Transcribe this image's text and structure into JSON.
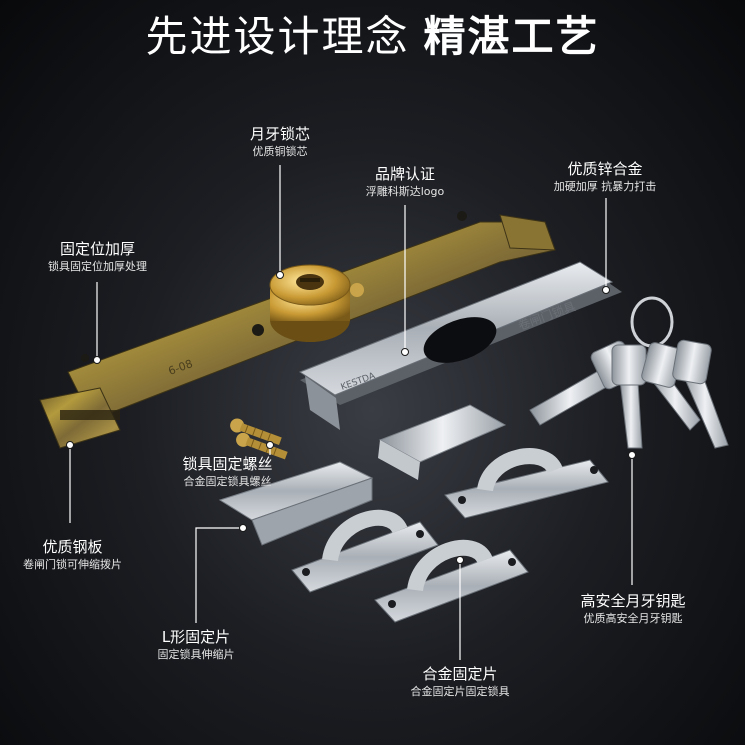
{
  "title": {
    "main": "先进设计理念",
    "bold": "精湛工艺"
  },
  "labels": {
    "lock_core": {
      "title": "月牙锁芯",
      "sub": "优质铜锁芯"
    },
    "brand": {
      "title": "品牌认证",
      "sub": "浮雕科斯达logo"
    },
    "zinc": {
      "title": "优质锌合金",
      "sub": "加硬加厚 抗暴力打击"
    },
    "fixed_thick": {
      "title": "固定位加厚",
      "sub": "锁具固定位加厚处理"
    },
    "screws": {
      "title": "锁具固定螺丝",
      "sub": "合金固定锁具螺丝"
    },
    "steel_plate": {
      "title": "优质钢板",
      "sub": "卷闸门锁可伸缩拨片"
    },
    "l_piece": {
      "title": "L形固定片",
      "sub": "固定锁具伸缩片"
    },
    "alloy_piece": {
      "title": "合金固定片",
      "sub": "合金固定片固定锁具"
    },
    "keys": {
      "title": "高安全月牙钥匙",
      "sub": "优质高安全月牙钥匙"
    }
  },
  "product_marks": {
    "body_stamp": "6-08",
    "cover_brand": "KESTDA",
    "cover_text": "卷闸门锁具"
  }
}
